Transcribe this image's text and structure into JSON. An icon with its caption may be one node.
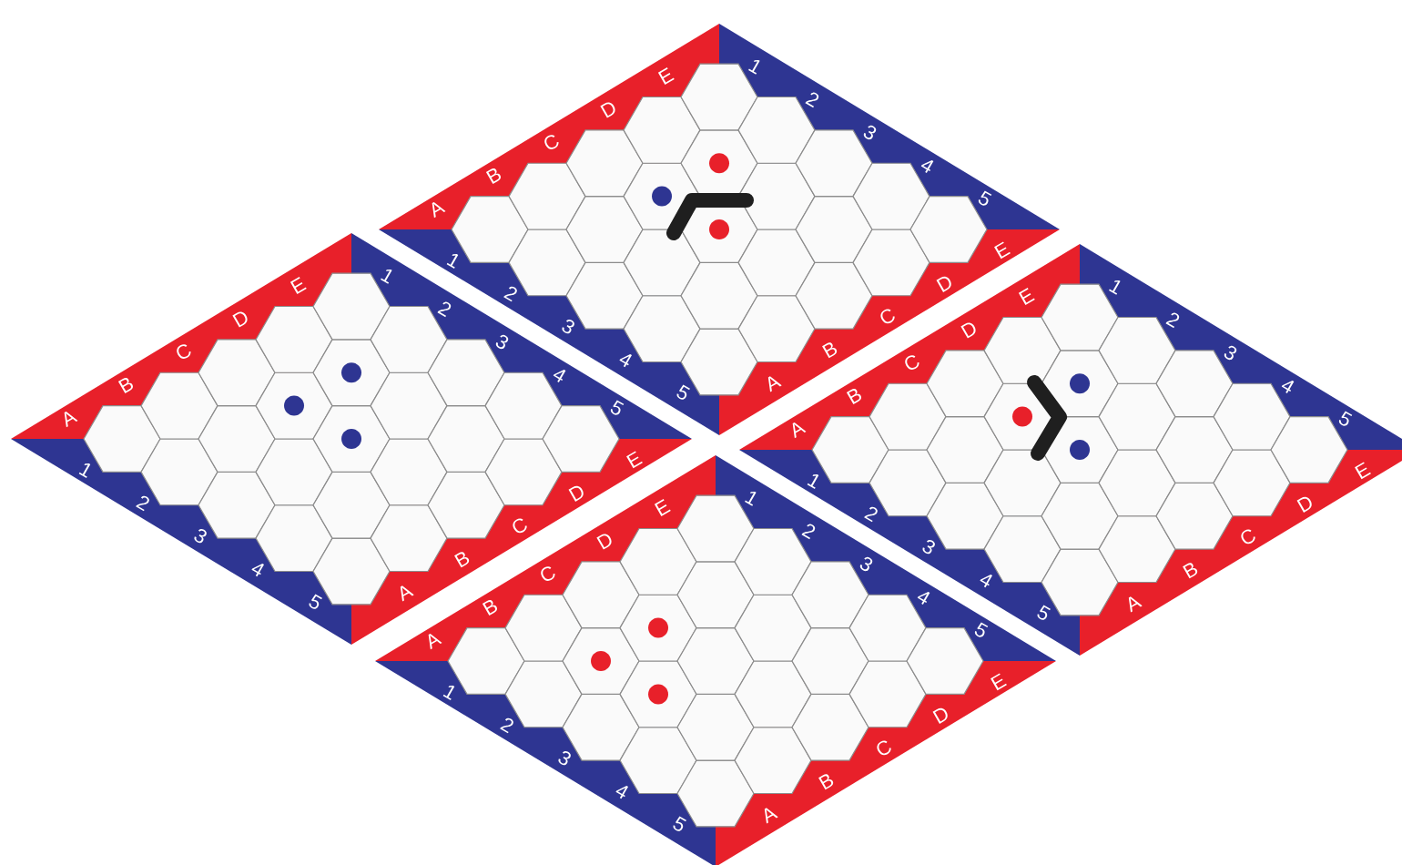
{
  "diagram": {
    "labels": [
      "A",
      "B",
      "C",
      "D",
      "E",
      "1",
      "2",
      "3",
      "4",
      "5",
      "1",
      "2",
      "3",
      "4",
      "5",
      "A",
      "B",
      "C",
      "D",
      "E",
      "A",
      "B",
      "C",
      "D",
      "E",
      "1",
      "2",
      "3",
      "4",
      "5",
      "1",
      "2",
      "3",
      "4",
      "5",
      "A",
      "B",
      "C",
      "D",
      "E",
      "A",
      "B",
      "C",
      "D",
      "E",
      "1",
      "2",
      "3",
      "4",
      "5",
      "1",
      "2",
      "3",
      "4",
      "5",
      "A",
      "B",
      "C",
      "D",
      "E",
      "A",
      "B",
      "C",
      "D",
      "E",
      "1",
      "2",
      "3",
      "4",
      "5",
      "1",
      "2",
      "3",
      "4",
      "5",
      "A",
      "B",
      "C",
      "D",
      "E"
    ]
  }
}
